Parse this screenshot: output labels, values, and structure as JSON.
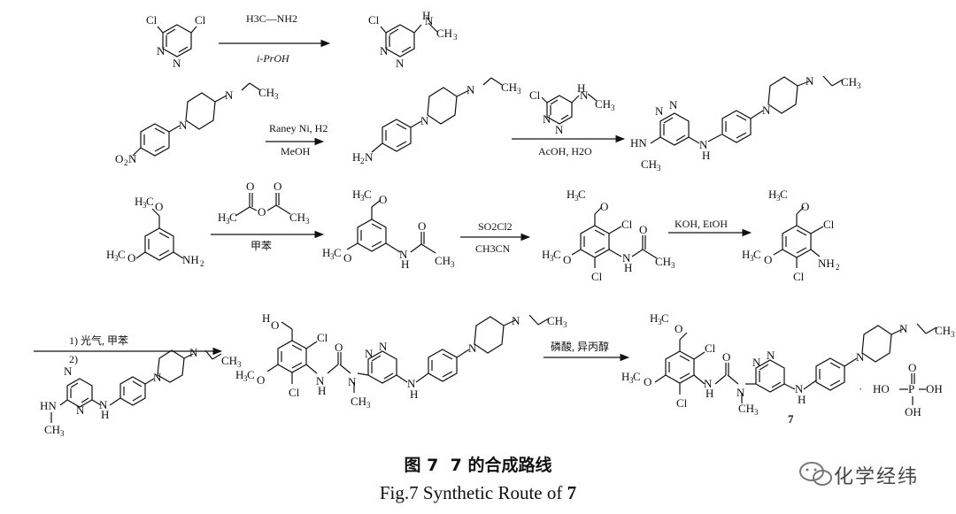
{
  "reagents": {
    "r1_top": "H3C—NH2",
    "r1_bottom": "i-PrOH",
    "r2_top": "Raney Ni, H2",
    "r2_bottom": "MeOH",
    "r3_bottom": "AcOH, H2O",
    "r4_bottom": "甲苯",
    "r5_top": "SO2Cl2",
    "r5_bottom": "CH3CN",
    "r6_top": "KOH, EtOH",
    "r7_step1": "1) 光气, 甲苯",
    "r7_step2": "2)",
    "r8_top": "磷酸, 异丙醇"
  },
  "compound_label": "7",
  "caption": {
    "cn_prefix": "图 7",
    "cn_num": "7",
    "cn_suffix": "的合成路线",
    "en_prefix": "Fig.7   Synthetic Route of ",
    "en_num": "7"
  },
  "watermark": "化学经纬"
}
